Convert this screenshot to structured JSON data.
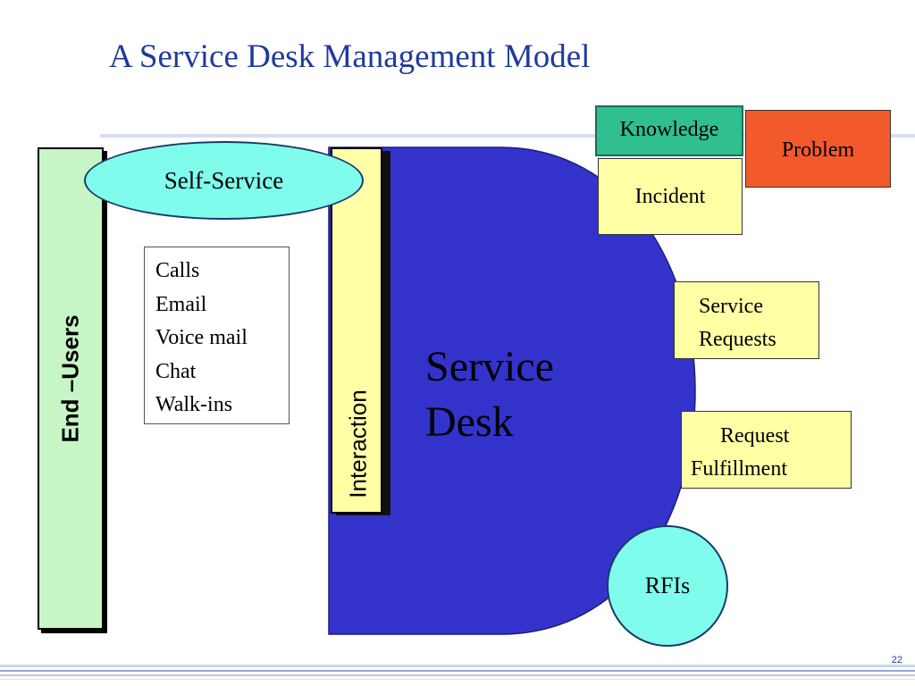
{
  "slide": {
    "title": "A Service Desk Management Model",
    "page_number": "22"
  },
  "diagram": {
    "end_users": "End –Users",
    "self_service": "Self-Service",
    "channels": [
      "Calls",
      "Email",
      "Voice mail",
      "Chat",
      "Walk-ins"
    ],
    "interaction": "Interaction",
    "service_desk": [
      "Service",
      "Desk"
    ],
    "knowledge": "Knowledge",
    "problem": "Problem",
    "incident": "Incident",
    "service_requests": [
      "Service",
      "Requests"
    ],
    "request_fulfillment": [
      "Request",
      "Fulfillment"
    ],
    "rfis": "RFIs"
  },
  "colors": {
    "title": "#1f3b9a",
    "end_users_fill": "#c6f5c6",
    "service_desk_fill": "#3333cc",
    "yellow_box_fill": "#ffffa6",
    "ellipse_fill": "#80fcec",
    "knowledge_fill": "#2fbf90",
    "problem_fill": "#f25a2c"
  }
}
